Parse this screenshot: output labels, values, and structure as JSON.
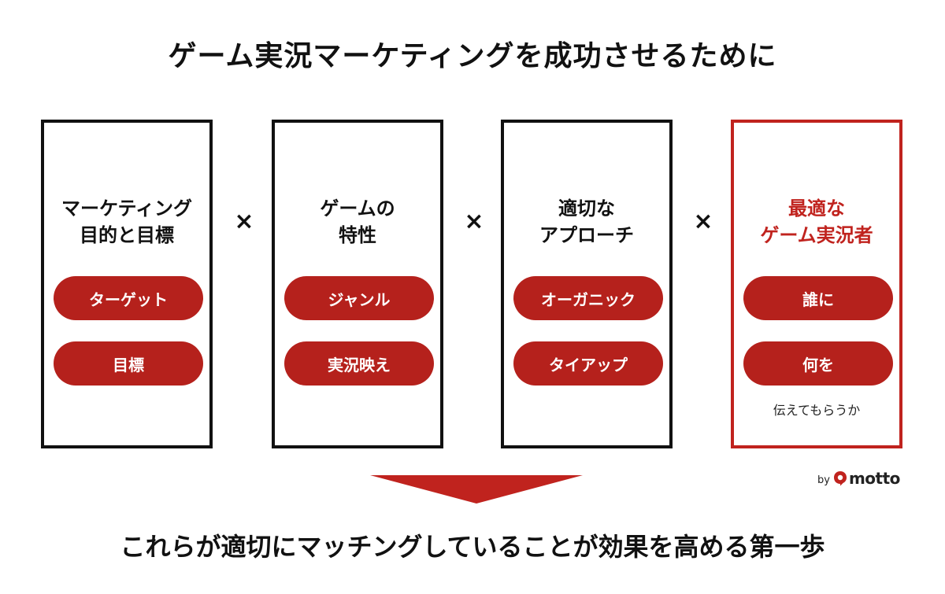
{
  "title": "ゲーム実況マーケティングを成功させるために",
  "operator": "×",
  "boxes": [
    {
      "title_lines": [
        "マーケティング",
        "目的と目標"
      ],
      "pills": [
        "ターゲット",
        "目標"
      ],
      "note": ""
    },
    {
      "title_lines": [
        "ゲームの",
        "特性"
      ],
      "pills": [
        "ジャンル",
        "実況映え"
      ],
      "note": ""
    },
    {
      "title_lines": [
        "適切な",
        "アプローチ"
      ],
      "pills": [
        "オーガニック",
        "タイアップ"
      ],
      "note": ""
    },
    {
      "title_lines": [
        "最適な",
        "ゲーム実況者"
      ],
      "pills": [
        "誰に",
        "何を"
      ],
      "note": "伝えてもらうか"
    }
  ],
  "brand": {
    "by": "by",
    "name": "motto"
  },
  "conclusion": "これらが適切にマッチングしていることが効果を高める第一歩",
  "colors": {
    "accent": "#c0231e",
    "pill": "#b5211c",
    "text": "#111111"
  }
}
